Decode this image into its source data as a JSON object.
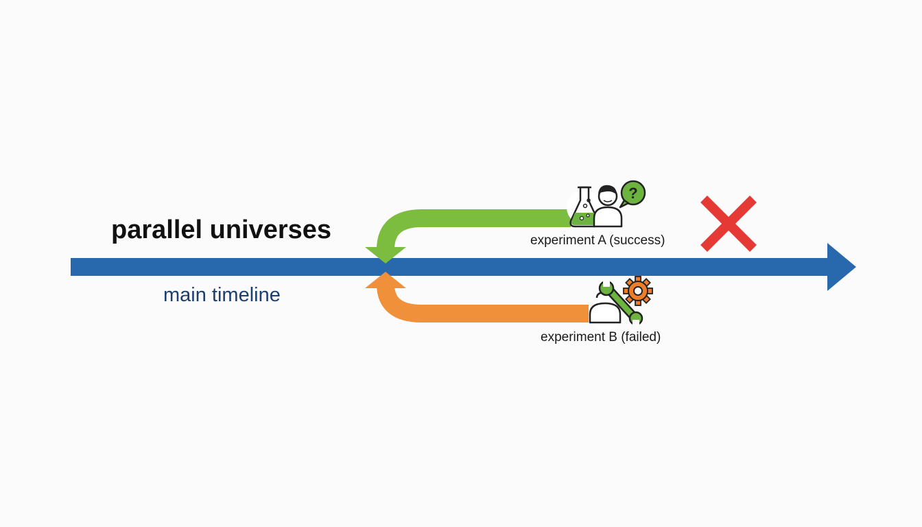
{
  "title": "parallel universes",
  "main_timeline": {
    "label": "main timeline",
    "color": "#2868ac"
  },
  "experiments": [
    {
      "label": "experiment A (success)",
      "color": "#7cbd3f",
      "icons": [
        "flask-icon",
        "person-icon",
        "question-bubble-icon"
      ]
    },
    {
      "label": "experiment B (failed)",
      "color": "#f0903a",
      "icons": [
        "person-icon",
        "wrench-icon",
        "gear-icon"
      ]
    }
  ],
  "marker": {
    "icon": "red-x-icon",
    "color": "#e53935"
  }
}
